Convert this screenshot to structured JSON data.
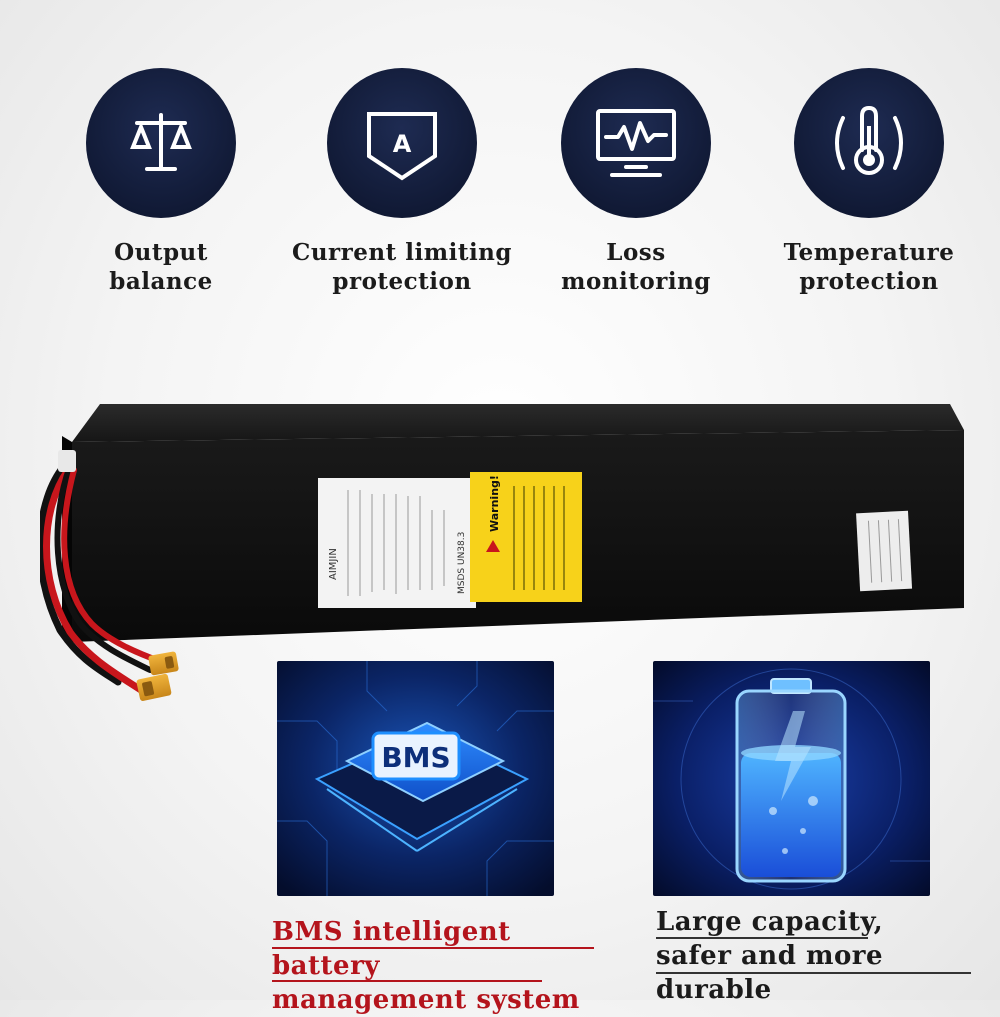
{
  "features": [
    {
      "icon": "balance-scale-icon",
      "label": "Output\nbalance"
    },
    {
      "icon": "shield-current-icon",
      "label": "Current limiting\nprotection"
    },
    {
      "icon": "monitor-waveform-icon",
      "label": "Loss\nmonitoring"
    },
    {
      "icon": "thermometer-icon",
      "label": "Temperature\nprotection"
    }
  ],
  "battery": {
    "brand": "AIMJIN",
    "cert": "MSDS UN38.3",
    "warning_title": "Warning!"
  },
  "bms_panel": {
    "chip_label": "BMS",
    "caption": "BMS intelligent battery\nmanagement system"
  },
  "capacity_panel": {
    "caption": "Large capacity,\nsafer and more durable"
  },
  "colors": {
    "circle_bg": "#111a36",
    "bms_caption": "#b4141c",
    "accent_blue": "#1e8fff"
  }
}
